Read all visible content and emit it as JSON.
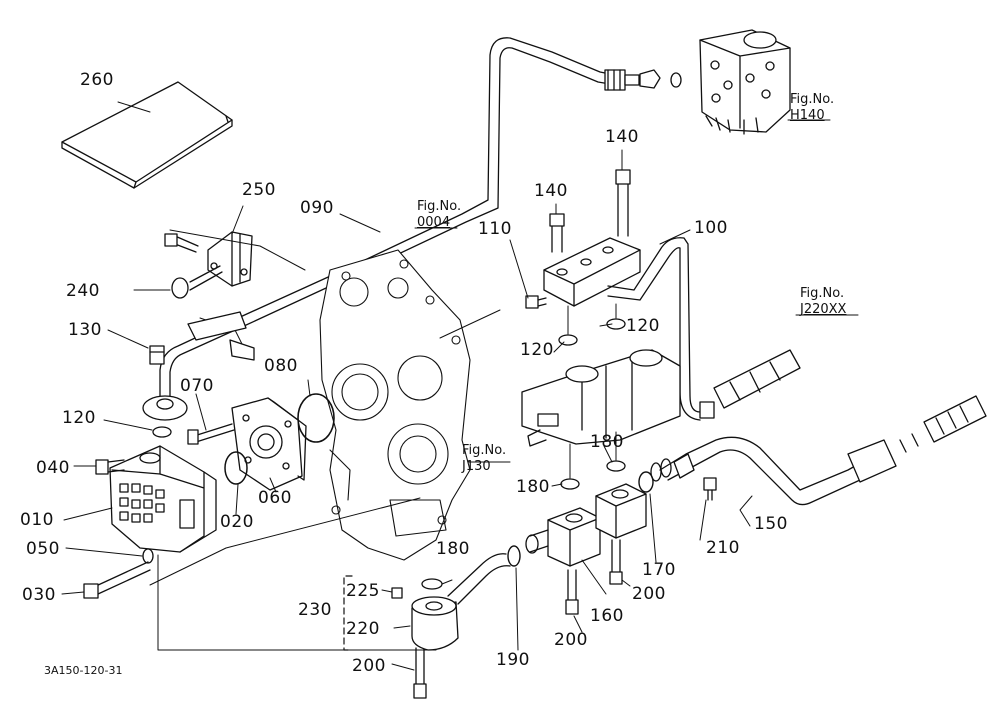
{
  "diagram_code": "3A150-120-31",
  "labels": [
    {
      "id": "010",
      "text": "010"
    },
    {
      "id": "020",
      "text": "020"
    },
    {
      "id": "030",
      "text": "030"
    },
    {
      "id": "040",
      "text": "040"
    },
    {
      "id": "050",
      "text": "050"
    },
    {
      "id": "060",
      "text": "060"
    },
    {
      "id": "070",
      "text": "070"
    },
    {
      "id": "080",
      "text": "080"
    },
    {
      "id": "090",
      "text": "090"
    },
    {
      "id": "100",
      "text": "100"
    },
    {
      "id": "110",
      "text": "110"
    },
    {
      "id": "120a",
      "text": "120"
    },
    {
      "id": "120b",
      "text": "120"
    },
    {
      "id": "120c",
      "text": "120"
    },
    {
      "id": "130",
      "text": "130"
    },
    {
      "id": "140a",
      "text": "140"
    },
    {
      "id": "140b",
      "text": "140"
    },
    {
      "id": "150",
      "text": "150"
    },
    {
      "id": "160",
      "text": "160"
    },
    {
      "id": "170",
      "text": "170"
    },
    {
      "id": "180a",
      "text": "180"
    },
    {
      "id": "180b",
      "text": "180"
    },
    {
      "id": "180c",
      "text": "180"
    },
    {
      "id": "190",
      "text": "190"
    },
    {
      "id": "200a",
      "text": "200"
    },
    {
      "id": "200b",
      "text": "200"
    },
    {
      "id": "200c",
      "text": "200"
    },
    {
      "id": "210",
      "text": "210"
    },
    {
      "id": "220",
      "text": "220"
    },
    {
      "id": "225",
      "text": "225"
    },
    {
      "id": "230",
      "text": "230"
    },
    {
      "id": "240",
      "text": "240"
    },
    {
      "id": "250",
      "text": "250"
    },
    {
      "id": "260",
      "text": "260"
    }
  ],
  "fig_refs": [
    {
      "id": "h140",
      "line1": "Fig.No.",
      "line2": "H140"
    },
    {
      "id": "f0004",
      "line1": "Fig.No.",
      "line2": "0004"
    },
    {
      "id": "j220xx",
      "line1": "Fig.No.",
      "line2": "J220XX"
    },
    {
      "id": "j130",
      "line1": "Fig.No.",
      "line2": "J130"
    }
  ]
}
